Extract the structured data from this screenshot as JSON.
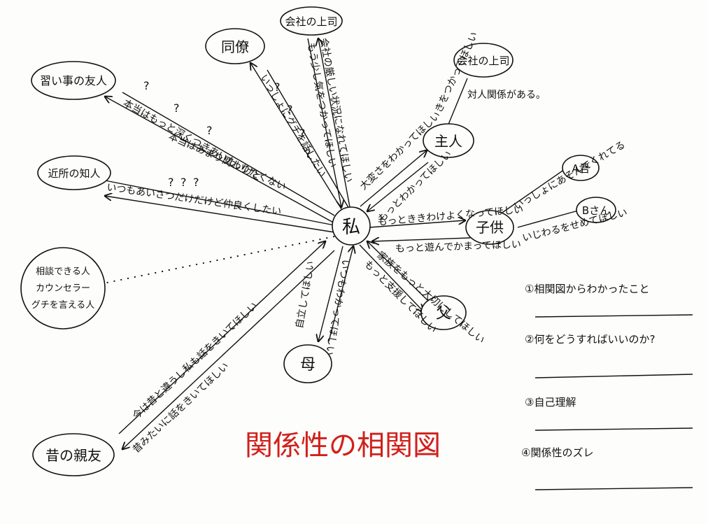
{
  "title": "関係性の相関図",
  "colors": {
    "ink": "#111111",
    "title": "#d0201c",
    "paper": "#fdfdfb"
  },
  "nodes": {
    "me": "私",
    "colleague": "同僚",
    "boss_top": "会社の上司",
    "boss_husband": "会社の上司",
    "lesson_friend": "習い事の友人",
    "neighbor": "近所の知人",
    "counselor": [
      "相談できる人",
      "カウンセラー",
      "グチを言える人"
    ],
    "old_friend": "昔の親友",
    "mother": "母",
    "father": "父",
    "child": "子供",
    "husband": "主人",
    "a_kun": "A君",
    "b_san": "Bさん"
  },
  "edges": {
    "to_colleague": "いっしょにグチを話したい",
    "boss_text_1": "会社の厳しい状況になれてほしい",
    "boss_text_2": "もう少し気をつかってほしい",
    "to_lesson_friend": "本当はもっと深くつきあいたいけど",
    "to_neighbor_1": "本当はあまり関わりたくない",
    "neighbor_reverse": "いつもあいさつだけだけど仲良くしたい",
    "me_to_husband": "大変さをわかってほしい",
    "husband_to_me": "もっとわかってほしい",
    "boss_to_husband": "きをつかってほしい",
    "husband_boss_note": "対人関係がある。",
    "me_to_child": "もっとききわけよくなってほしい",
    "child_to_me_1": "もっと遊んでかまってほしい",
    "child_to_me_2": "家族をもっと大切にしてほしい",
    "child_to_a": "いっしょにあそんでくれてる",
    "child_to_b": "いじわるをせめてほしい",
    "me_to_father": "もっと支援してほしい",
    "me_to_mother": "自立してほしい",
    "mother_to_me": "いつもわかってほしい",
    "old_friend_1": "今は昔と違うし私も話をきいてほしい",
    "old_friend_2": "昔みたいに話をきいてほしい",
    "questions": [
      "?",
      "?",
      "?",
      "?",
      "?",
      "?",
      "?",
      "?",
      "?",
      "?"
    ]
  },
  "sidebar": [
    {
      "label": "①相関図からわかったこと"
    },
    {
      "label": "②何をどうすればいいのか?"
    },
    {
      "label": "③自己理解"
    },
    {
      "label": "④関係性のズレ"
    }
  ]
}
